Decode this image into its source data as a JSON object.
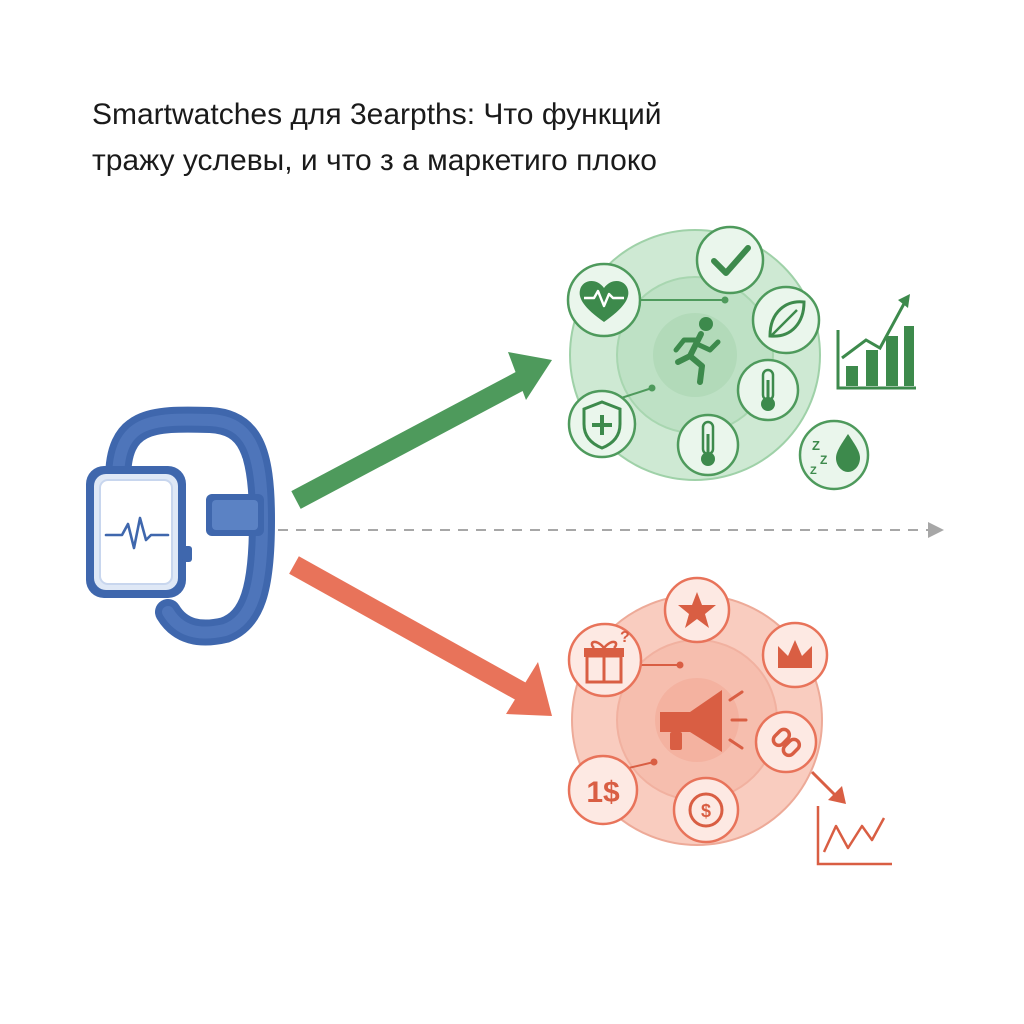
{
  "title": {
    "line1": "Smartwatches для 3earpths: Что функций",
    "line2": "тражу услевы, и что з а маркетиго плоко"
  },
  "colors": {
    "watch": "#3f67ad",
    "watch_light": "#dfe8f6",
    "good": "#4e9a5c",
    "good_fill": "#c6e6cc",
    "bad": "#e8735a",
    "bad_fill": "#f8c4b5",
    "neutral": "#a7a7a7"
  },
  "icons": {
    "source": "smartwatch-icon",
    "good_center": "running-person-icon",
    "good_satellites": [
      "checkmark-icon",
      "leaf-icon",
      "thermometer-icon",
      "sleep-drop-icon",
      "thermometer-icon",
      "shield-plus-icon",
      "heart-pulse-icon"
    ],
    "good_trend": "rising-bar-chart-icon",
    "bad_center": "megaphone-icon",
    "bad_satellites": [
      "star-icon",
      "crown-icon",
      "chain-link-icon",
      "dollar-coin-icon",
      "price-tag-icon",
      "gift-box-icon"
    ],
    "bad_trend": "falling-line-chart-icon"
  },
  "labels": {
    "price_tag": "1$",
    "coin": "$",
    "gift_mark": "?",
    "sleep_z": "Z"
  }
}
